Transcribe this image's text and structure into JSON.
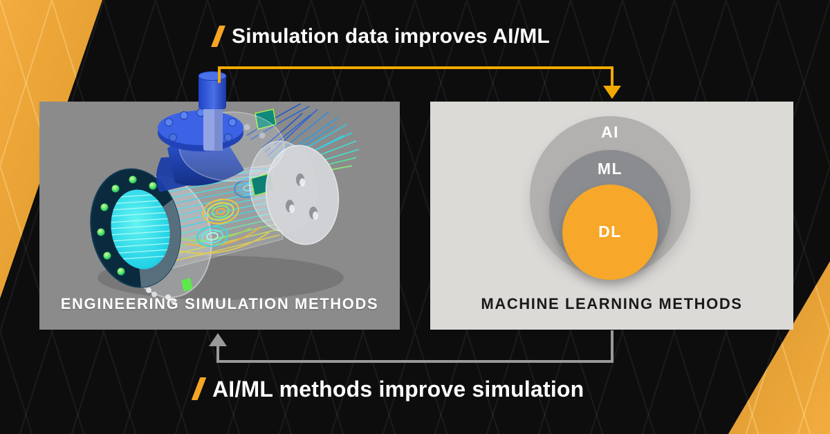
{
  "headings": {
    "top": "Simulation data improves AI/ML",
    "bottom": "AI/ML methods improve simulation"
  },
  "panels": {
    "left": {
      "caption": "ENGINEERING SIMULATION METHODS",
      "illustration": "cfd-valve-flow-simulation"
    },
    "right": {
      "caption": "MACHINE LEARNING METHODS"
    }
  },
  "venn": {
    "circles": [
      {
        "label": "AI",
        "color": "#b3b1af"
      },
      {
        "label": "ML",
        "color": "#8a8c8f"
      },
      {
        "label": "DL",
        "color": "#f7a72a"
      }
    ]
  },
  "arrows": {
    "top": {
      "direction": "left-to-right",
      "color": "#f2a900"
    },
    "bottom": {
      "direction": "right-to-left",
      "color": "#9a9a9a"
    }
  },
  "colors": {
    "background": "#0d0d0e",
    "accent_yellow": "#f0a93c",
    "slash_yellow": "#f5a623",
    "left_panel": "#8b8b8b",
    "right_panel": "#dcdad7"
  }
}
